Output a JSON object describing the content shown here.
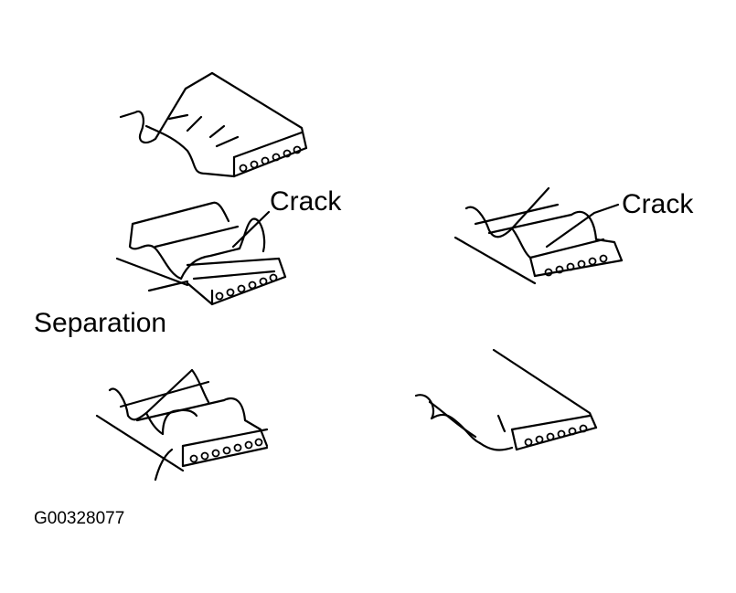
{
  "labels": {
    "crack_left": "Crack",
    "crack_right": "Crack",
    "separation": "Separation",
    "figure_id": "G00328077"
  },
  "colors": {
    "ink": "#000000",
    "paper": "#ffffff"
  }
}
